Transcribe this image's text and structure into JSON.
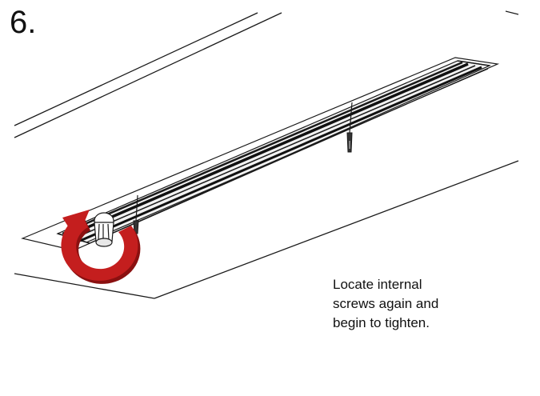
{
  "step": {
    "number": "6."
  },
  "caption": {
    "lines": [
      "Locate internal",
      "screws again and",
      "begin to tighten."
    ]
  },
  "colors": {
    "line": "#1a1a1a",
    "arrow": "#c41e1e",
    "arrow_shadow": "#8a1010",
    "background": "#ffffff"
  },
  "icons": {
    "rotate": "clockwise-rotation-arrow-icon",
    "screw": "screw-icon",
    "hanger": "suspension-cable-icon"
  }
}
